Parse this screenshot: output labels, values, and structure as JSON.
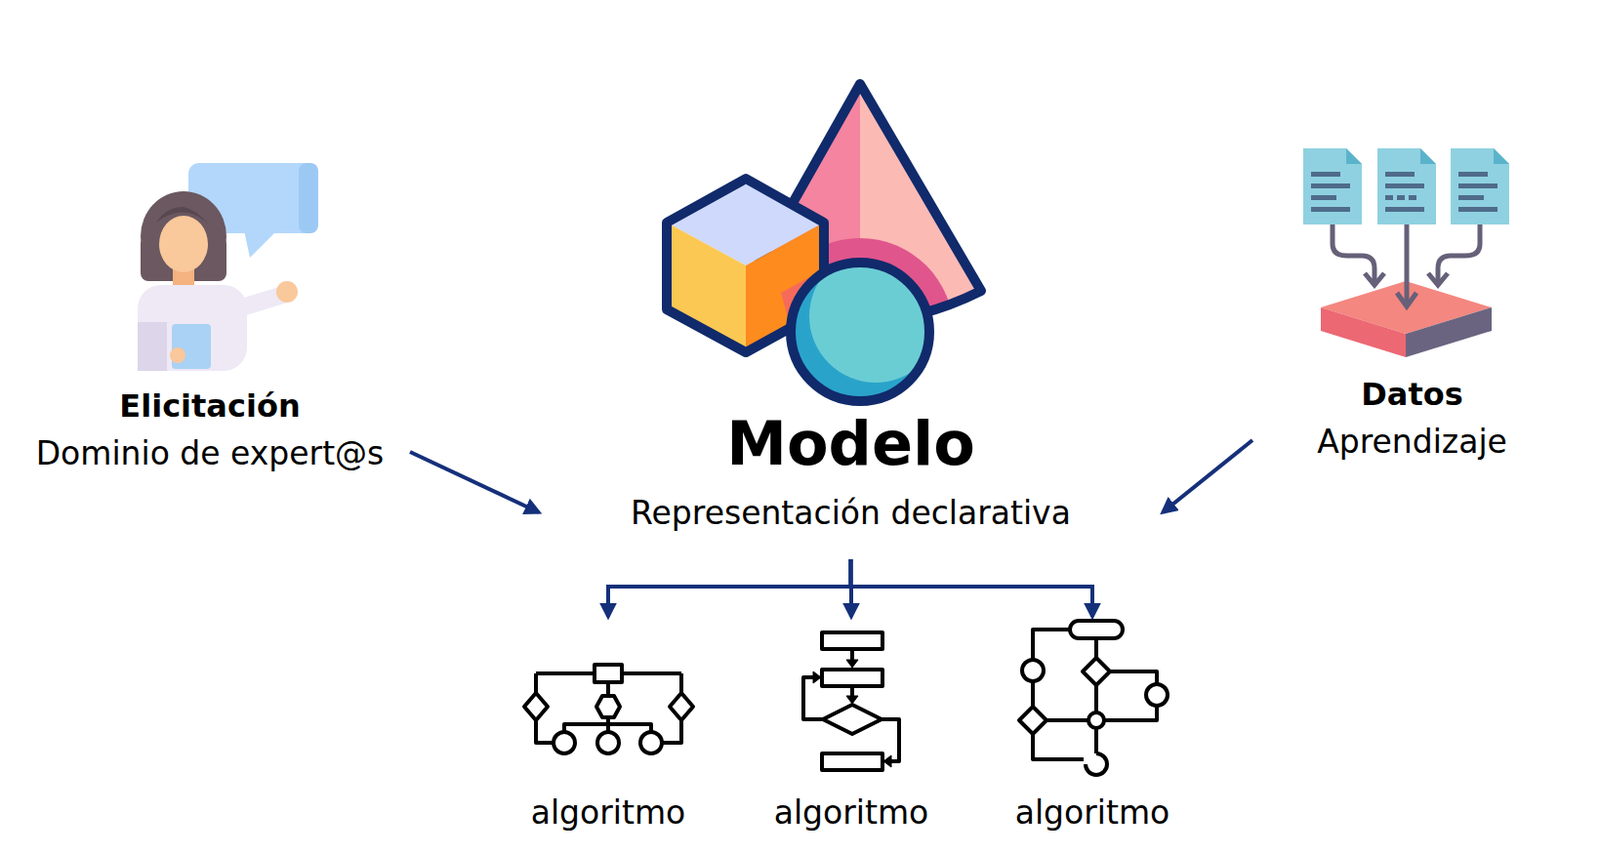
{
  "diagram": {
    "nodes": [
      {
        "text": [
          "Elicitación",
          "Dominio de expert@s"
        ]
      },
      {
        "text": [
          "Modelo",
          "Representación declarativa"
        ]
      },
      {
        "text": [
          "Datos",
          "Aprendizaje"
        ]
      },
      {
        "text": [
          "algoritmo"
        ]
      },
      {
        "text": [
          "algoritmo"
        ]
      },
      {
        "text": [
          "algoritmo"
        ]
      }
    ],
    "edges": [
      {
        "from": 0,
        "to": 1,
        "arrow": "to"
      },
      {
        "from": 2,
        "to": 1,
        "arrow": "to"
      },
      {
        "from": 1,
        "to": 3,
        "arrow": "to"
      },
      {
        "from": 1,
        "to": 4,
        "arrow": "to"
      },
      {
        "from": 1,
        "to": 5,
        "arrow": "to"
      }
    ]
  }
}
